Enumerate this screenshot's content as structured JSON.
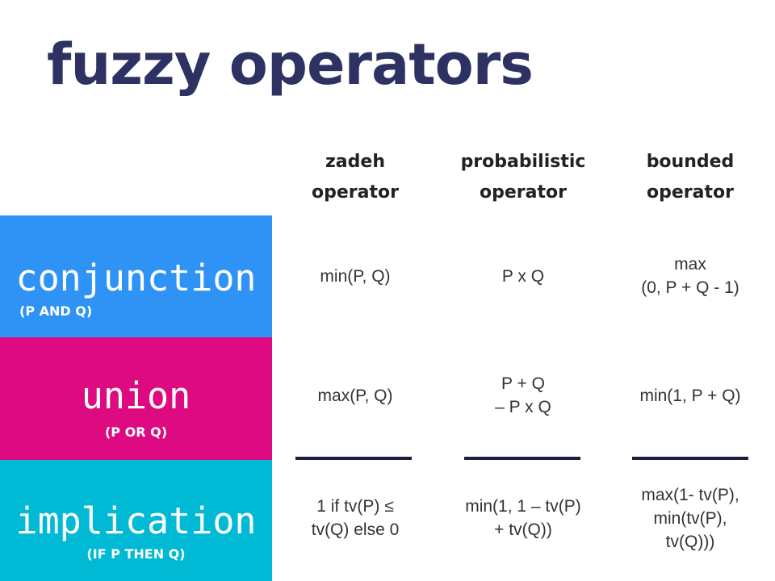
{
  "title": "fuzzy operators",
  "colors": {
    "title": "#2e3262",
    "conjunction": "#2f93f5",
    "union": "#dd0a82",
    "implication": "#00b9d4",
    "rule": "#1a1f3c"
  },
  "columns": [
    "zadeh\noperator",
    "probabilistic\noperator",
    "bounded\noperator"
  ],
  "rows": [
    {
      "name": "conjunction",
      "sub": "(P AND Q)",
      "cells": [
        "min(P, Q)",
        "P x Q",
        "max\n(0, P + Q - 1)"
      ]
    },
    {
      "name": "union",
      "sub": "(P OR Q)",
      "cells": [
        "max(P, Q)",
        "P + Q\n– P x Q",
        "min(1, P + Q)"
      ]
    },
    {
      "name": "implication",
      "sub": "(IF P THEN Q)",
      "cells": [
        "1 if tv(P) ≤\ntv(Q) else 0",
        "min(1, 1 – tv(P)\n+ tv(Q))",
        "max(1- tv(P),\nmin(tv(P),\ntv(Q)))"
      ]
    }
  ]
}
